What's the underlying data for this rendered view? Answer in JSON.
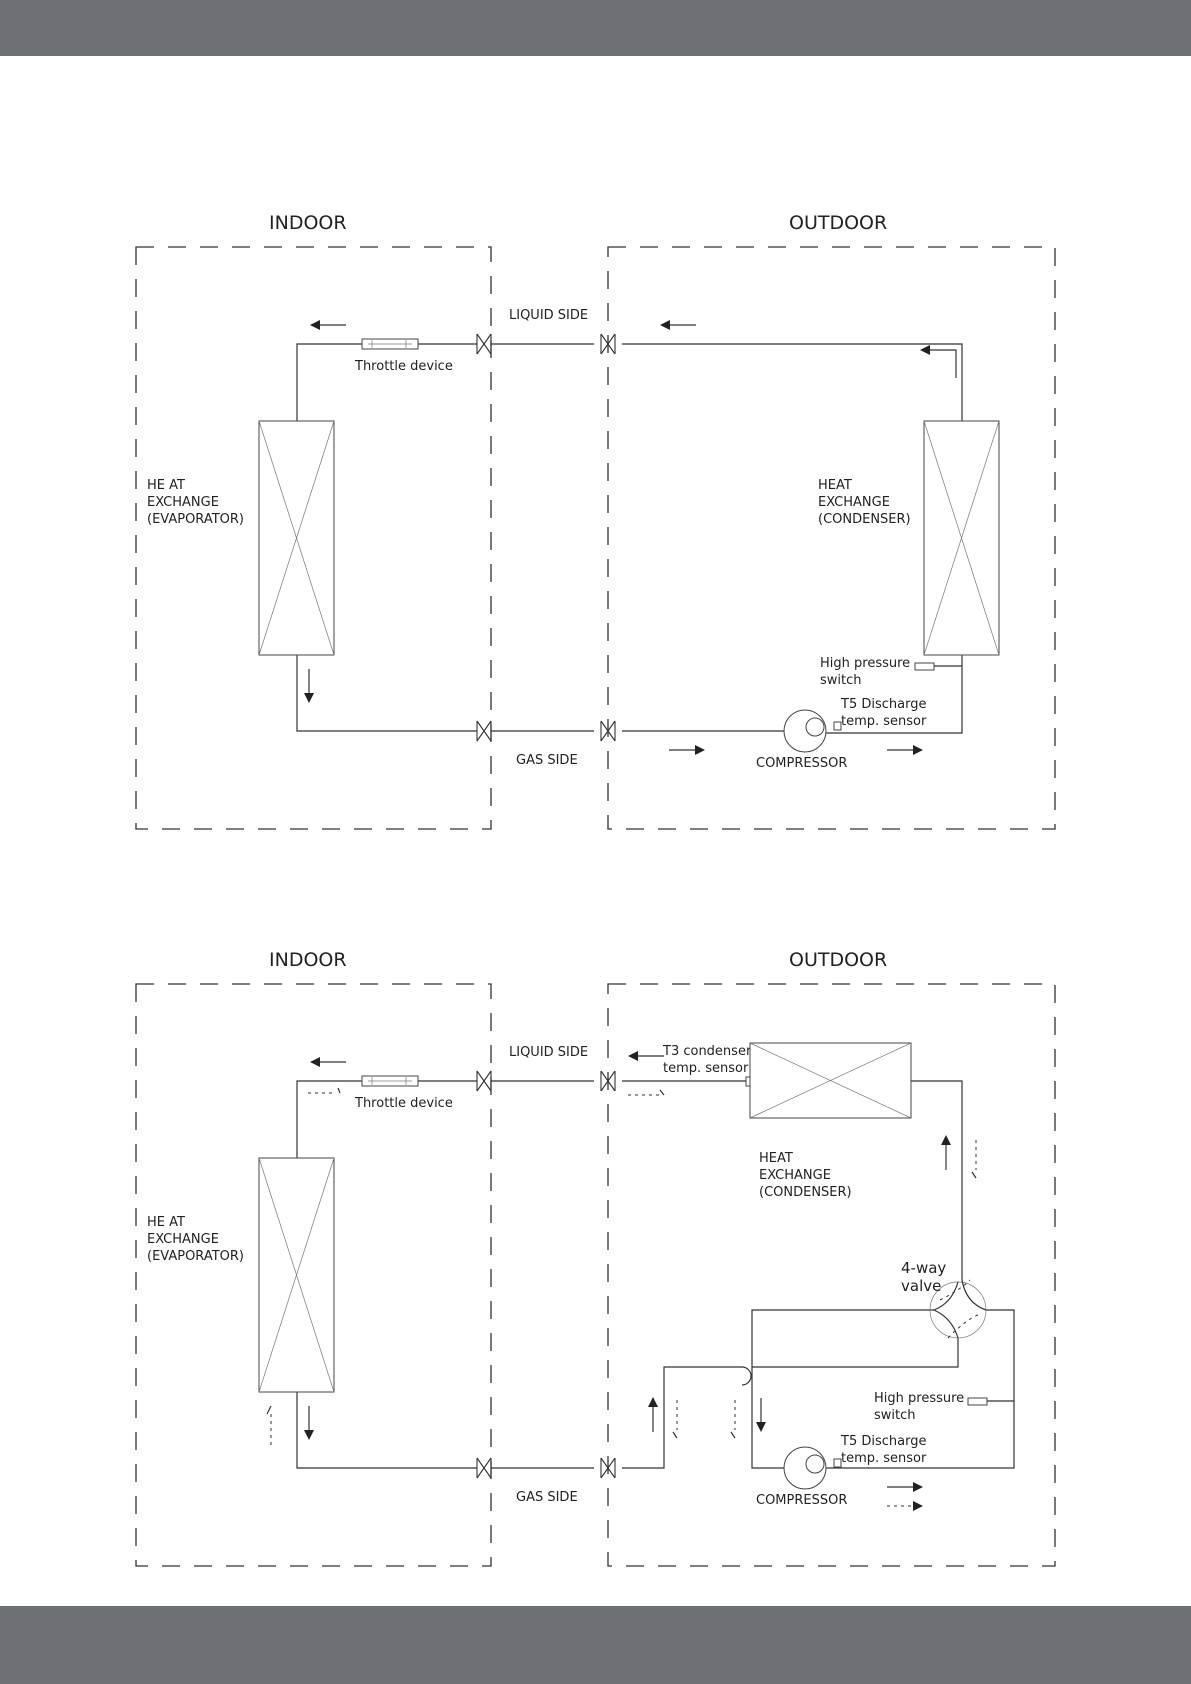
{
  "colors": {
    "band": "#6d7075",
    "line": "#333333",
    "background": "#ffffff"
  },
  "cooling": {
    "indoor_title": "INDOOR",
    "outdoor_title": "OUTDOOR",
    "liquid_side": "LIQUID SIDE",
    "gas_side": "GAS SIDE",
    "throttle": "Throttle device",
    "evap_l1": "HE AT",
    "evap_l2": "EXCHANGE",
    "evap_l3": "(EVAPORATOR)",
    "cond_l1": "HEAT",
    "cond_l2": "EXCHANGE",
    "cond_l3": "(CONDENSER)",
    "hp_l1": "High pressure",
    "hp_l2": "switch",
    "t5_l1": "T5 Discharge",
    "t5_l2": "temp. sensor",
    "compressor": "COMPRESSOR"
  },
  "heatpump": {
    "indoor_title": "INDOOR",
    "outdoor_title": "OUTDOOR",
    "liquid_side": "LIQUID SIDE",
    "gas_side": "GAS SIDE",
    "throttle": "Throttle device",
    "t3_l1": "T3 condenser",
    "t3_l2": "temp. sensor",
    "evap_l1": "HE AT",
    "evap_l2": "EXCHANGE",
    "evap_l3": "(EVAPORATOR)",
    "cond_l1": "HEAT",
    "cond_l2": "EXCHANGE",
    "cond_l3": "(CONDENSER)",
    "valve_l1": "4-way",
    "valve_l2": "valve",
    "hp_l1": "High pressure",
    "hp_l2": "switch",
    "t5_l1": "T5 Discharge",
    "t5_l2": "temp. sensor",
    "compressor": "COMPRESSOR"
  }
}
